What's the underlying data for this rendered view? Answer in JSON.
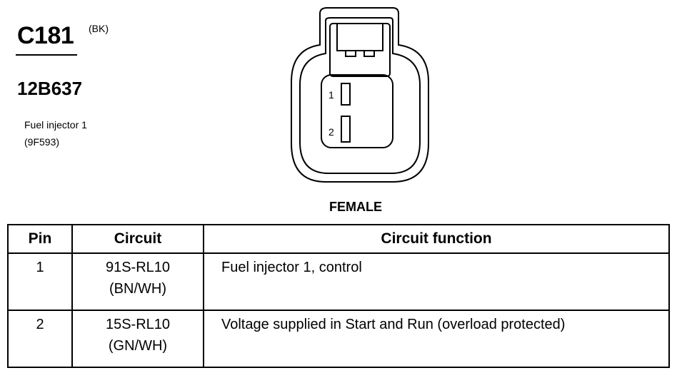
{
  "header": {
    "connector_id": "C181",
    "connector_color": "(BK)",
    "part_number": "12B637",
    "component_name": "Fuel injector 1",
    "component_code": "(9F593)"
  },
  "connector": {
    "gender": "FEMALE",
    "pins": [
      "1",
      "2"
    ]
  },
  "table": {
    "headers": {
      "pin": "Pin",
      "circuit": "Circuit",
      "function": "Circuit function"
    },
    "rows": [
      {
        "pin": "1",
        "circuit": "91S-RL10",
        "wire_color": "(BN/WH)",
        "function": "Fuel injector 1, control"
      },
      {
        "pin": "2",
        "circuit": "15S-RL10",
        "wire_color": "(GN/WH)",
        "function": "Voltage supplied in Start and Run (overload protected)"
      }
    ]
  }
}
